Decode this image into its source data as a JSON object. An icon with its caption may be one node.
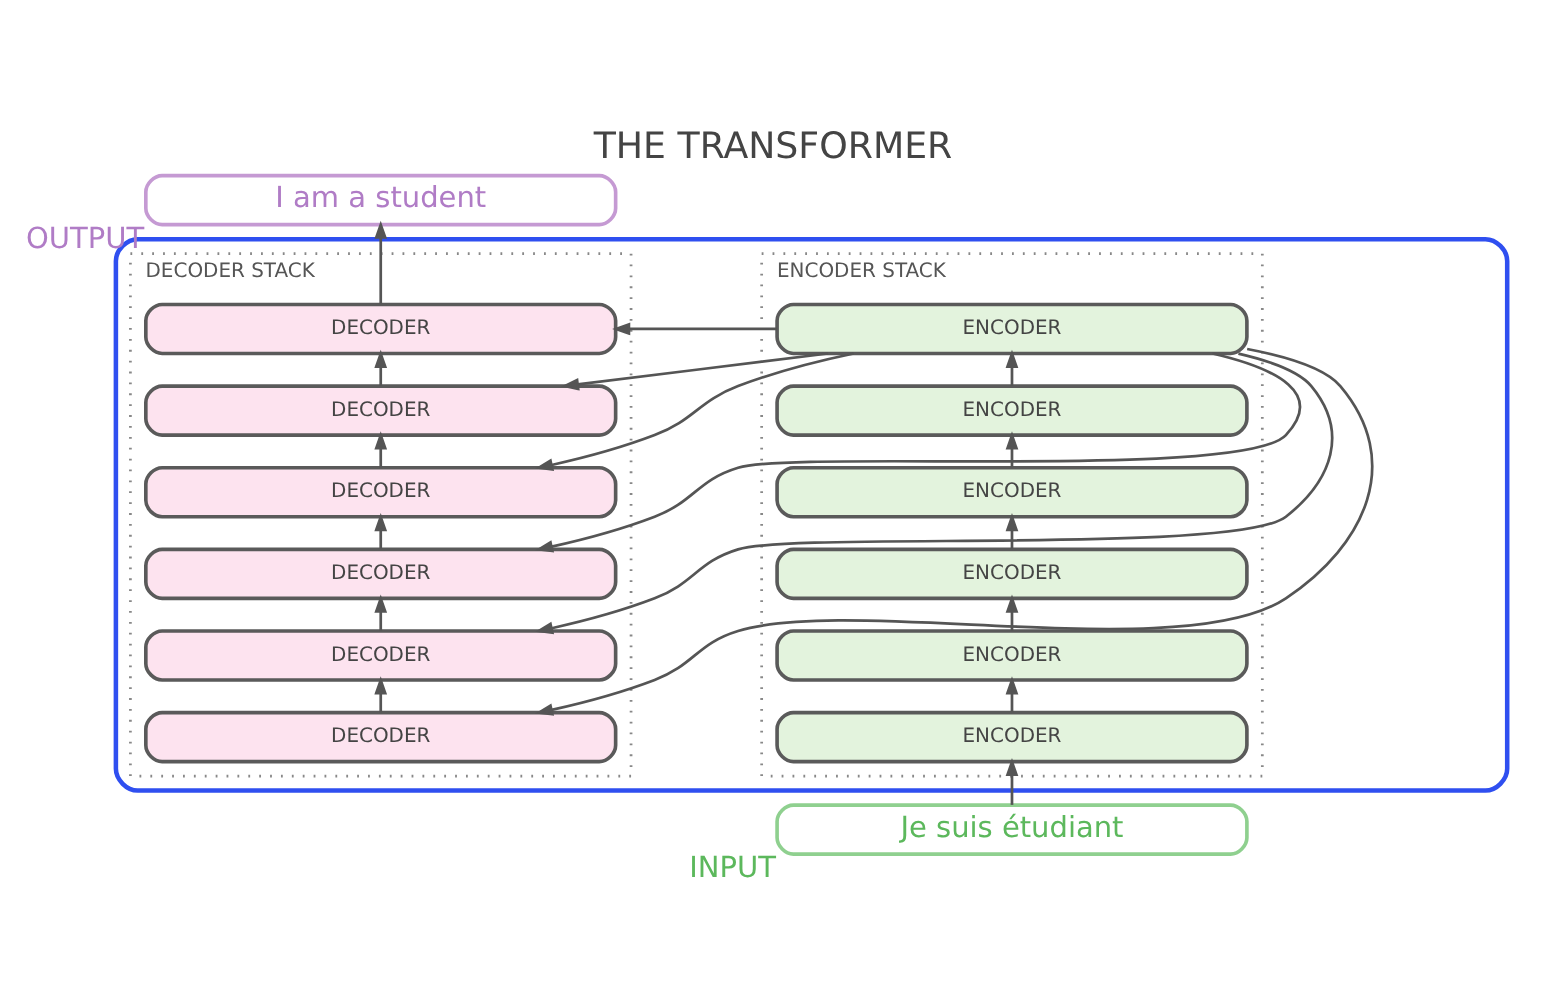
{
  "diagram": {
    "title": "THE TRANSFORMER",
    "nodes": [
      {
        "text": [],
        "shape": "box"
      },
      {
        "text": [
          "ENCODER STACK"
        ],
        "in": 0
      },
      {
        "text": [
          "ENCODER"
        ],
        "in": 1
      },
      {
        "text": [
          "ENCODER"
        ],
        "in": 1
      },
      {
        "text": [
          "ENCODER"
        ],
        "in": 1
      },
      {
        "text": [
          "ENCODER"
        ],
        "in": 1
      },
      {
        "text": [
          "ENCODER"
        ],
        "in": 1
      },
      {
        "text": [
          "ENCODER"
        ],
        "in": 1
      },
      {
        "text": [
          "DECODER STACK"
        ],
        "in": 0
      },
      {
        "text": [
          "DECODER"
        ],
        "in": 8
      },
      {
        "text": [
          "DECODER"
        ],
        "in": 8
      },
      {
        "text": [
          "DECODER"
        ],
        "in": 8
      },
      {
        "text": [
          "DECODER"
        ],
        "in": 8
      },
      {
        "text": [
          "DECODER"
        ],
        "in": 8
      },
      {
        "text": [
          "DECODER"
        ],
        "in": 8
      },
      {
        "text": [
          "I am a student"
        ],
        "beside": [
          "OUTPUT"
        ]
      },
      {
        "text": [
          "Je suis étudiant"
        ],
        "beside": [
          "INPUT"
        ]
      }
    ],
    "edges": [
      {
        "from": 16,
        "to": 7,
        "arrow": "to"
      },
      {
        "from": 7,
        "to": 6,
        "arrow": "to"
      },
      {
        "from": 6,
        "to": 5,
        "arrow": "to"
      },
      {
        "from": 5,
        "to": 4,
        "arrow": "to"
      },
      {
        "from": 4,
        "to": 3,
        "arrow": "to"
      },
      {
        "from": 3,
        "to": 2,
        "arrow": "to"
      },
      {
        "from": 2,
        "to": 9,
        "arrow": "to"
      },
      {
        "from": 2,
        "to": 10,
        "arrow": "to"
      },
      {
        "from": 2,
        "to": 11,
        "arrow": "to"
      },
      {
        "from": 2,
        "to": 12,
        "arrow": "to"
      },
      {
        "from": 2,
        "to": 13,
        "arrow": "to"
      },
      {
        "from": 2,
        "to": 14,
        "arrow": "to"
      },
      {
        "from": 14,
        "to": 13,
        "arrow": "to"
      },
      {
        "from": 13,
        "to": 12,
        "arrow": "to"
      },
      {
        "from": 12,
        "to": 11,
        "arrow": "to"
      },
      {
        "from": 11,
        "to": 10,
        "arrow": "to"
      },
      {
        "from": 10,
        "to": 9,
        "arrow": "to"
      },
      {
        "from": 9,
        "to": 15,
        "arrow": "to"
      }
    ]
  }
}
